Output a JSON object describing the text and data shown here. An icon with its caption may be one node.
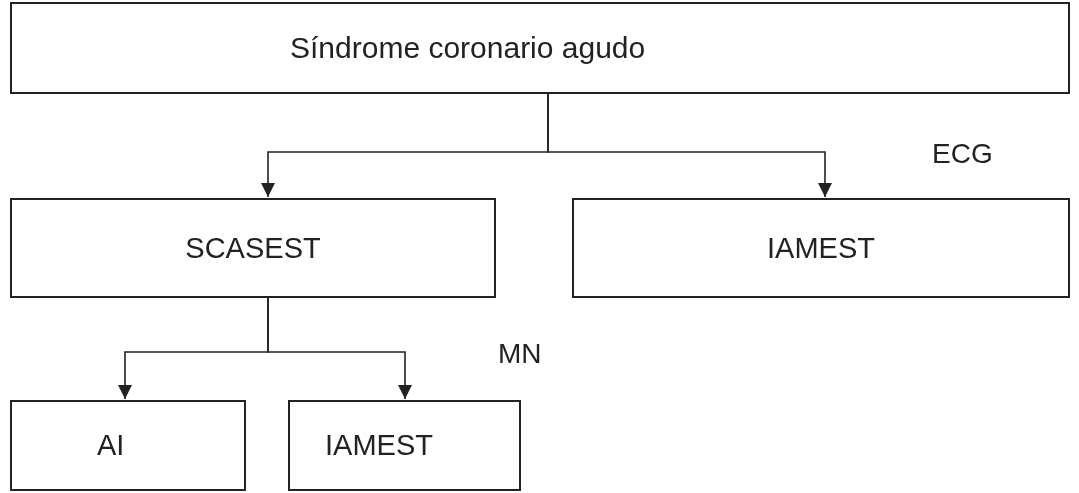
{
  "diagram": {
    "nodes": [
      {
        "text": [
          "Síndrome coronario agudo"
        ]
      },
      {
        "text": [
          "SCASEST"
        ]
      },
      {
        "text": [
          "IAMEST"
        ]
      },
      {
        "text": [
          "AI"
        ]
      },
      {
        "text": [
          "IAMEST"
        ]
      }
    ],
    "edges": [
      {
        "from": 0,
        "to": 1,
        "arrow": "to"
      },
      {
        "from": 0,
        "to": 2,
        "arrow": "to"
      },
      {
        "from": 1,
        "to": 3,
        "arrow": "to"
      },
      {
        "from": 1,
        "to": 4,
        "arrow": "to"
      }
    ],
    "labels": [
      "ECG",
      "MN"
    ]
  }
}
